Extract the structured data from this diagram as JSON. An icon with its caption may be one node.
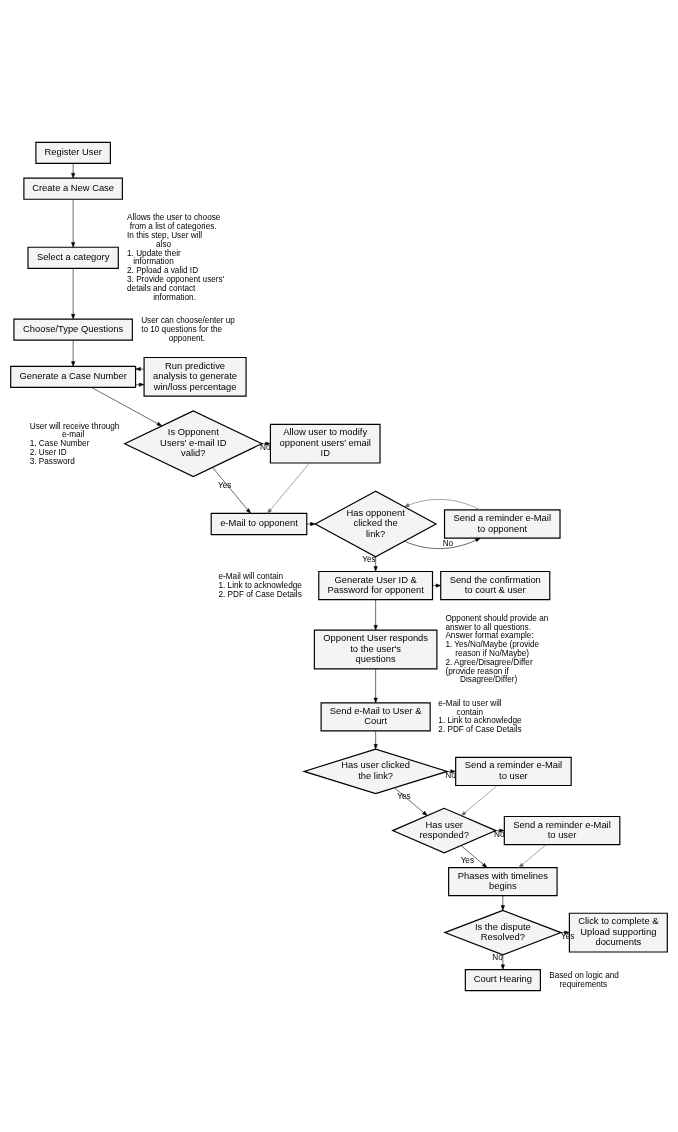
{
  "diagram": {
    "nodes": [
      {
        "text": [
          "Register User"
        ]
      },
      {
        "text": [
          "Create a New Case"
        ]
      },
      {
        "text": [
          "Select a category"
        ],
        "beside": [
          "Allows the user to choose from a list of categories.",
          "In this step, User will also",
          "1. Update their information",
          "2. Ppload a valid ID",
          "3. Provide opponent users' details and contact information."
        ]
      },
      {
        "text": [
          "Choose/Type Questions"
        ],
        "beside": [
          "User can choose/enter up to 10 questions for the opponent."
        ]
      },
      {
        "text": [
          "Generate a Case Number"
        ],
        "beside": [
          "User will receive through e-mail",
          "1. Case Number",
          "2. User ID",
          "3. Password"
        ]
      },
      {
        "text": [
          "Run predictive analysis to generate win/loss percentage"
        ]
      },
      {
        "text": [
          "Is Opponent Users' e-mail ID valid?"
        ]
      },
      {
        "text": [
          "Allow user to modify opponent users' email ID"
        ]
      },
      {
        "text": [
          "e-Mail to opponent"
        ],
        "beside": [
          "e-Mail will contain",
          "1. Link to acknowledge",
          "2. PDF of Case Details"
        ]
      },
      {
        "text": [
          "Has opponent clicked the link?"
        ]
      },
      {
        "text": [
          "Send a reminder e-Mail to opponent"
        ]
      },
      {
        "text": [
          "Send the confirmation to court & user"
        ]
      },
      {
        "text": [
          "Generate User ID & Password for opponent"
        ]
      },
      {
        "text": [
          "Opponent User responds to the user's questions"
        ],
        "beside": [
          "Opponent should provide an",
          "answer to all questions.",
          "Answer format example:",
          "1. Yes/No/Maybe (provide reason if No/Maybe)",
          "2. Agree/Disagree/Differ (provide reason if Disagree/Differ)"
        ]
      },
      {
        "text": [
          "Send e-Mail to User & Court"
        ],
        "beside": [
          "e-Mail to user will contain",
          "1. Link to acknowledge",
          "2. PDF of Case Details"
        ]
      },
      {
        "text": [
          "Has user clicked the link?"
        ]
      },
      {
        "text": [
          "Send a reminder e-Mail to user"
        ]
      },
      {
        "text": [
          "Has user responded?"
        ]
      },
      {
        "text": [
          "Send a reminder e-Mail to user"
        ]
      },
      {
        "text": [
          "Phases with timelines begins"
        ]
      },
      {
        "text": [
          "Is the dispute Resolved?"
        ]
      },
      {
        "text": [
          "Click to complete & Upload supporting documents"
        ]
      },
      {
        "text": [
          "Court Hearing"
        ],
        "beside": [
          "Based on logic and requirements"
        ]
      }
    ],
    "edges": [
      {
        "from": 0,
        "to": 1,
        "arrow": "to"
      },
      {
        "from": 1,
        "to": 2,
        "arrow": "to"
      },
      {
        "from": 2,
        "to": 3,
        "arrow": "to"
      },
      {
        "from": 3,
        "to": 4,
        "arrow": "to"
      },
      {
        "from": 4,
        "to": 5,
        "arrow": "to"
      },
      {
        "from": 5,
        "to": 4,
        "arrow": "to"
      },
      {
        "from": 4,
        "to": 6,
        "arrow": "to"
      },
      {
        "from": 6,
        "to": 7,
        "arrow": "to",
        "label": "No"
      },
      {
        "from": 7,
        "to": 8,
        "arrow": "to",
        "color": "#666666"
      },
      {
        "from": 6,
        "to": 8,
        "arrow": "to",
        "label": "Yes"
      },
      {
        "from": 8,
        "to": 9,
        "arrow": "to"
      },
      {
        "from": 9,
        "to": 10,
        "arrow": "to",
        "label": "No"
      },
      {
        "from": 10,
        "to": 9,
        "arrow": "to",
        "color": "#666666"
      },
      {
        "from": 9,
        "to": 12,
        "arrow": "to",
        "label": "Yes"
      },
      {
        "from": 12,
        "to": 11,
        "arrow": "to"
      },
      {
        "from": 12,
        "to": 13,
        "arrow": "to"
      },
      {
        "from": 13,
        "to": 14,
        "arrow": "to"
      },
      {
        "from": 14,
        "to": 15,
        "arrow": "to"
      },
      {
        "from": 15,
        "to": 16,
        "arrow": "to",
        "label": "No"
      },
      {
        "from": 16,
        "to": 17,
        "arrow": "to",
        "color": "#666666"
      },
      {
        "from": 15,
        "to": 17,
        "arrow": "to",
        "label": "Yes"
      },
      {
        "from": 17,
        "to": 18,
        "arrow": "to",
        "label": "No"
      },
      {
        "from": 18,
        "to": 19,
        "arrow": "to",
        "color": "#666666"
      },
      {
        "from": 17,
        "to": 19,
        "arrow": "to",
        "label": "Yes"
      },
      {
        "from": 19,
        "to": 20,
        "arrow": "to"
      },
      {
        "from": 20,
        "to": 21,
        "arrow": "to",
        "label": "Yes"
      },
      {
        "from": 20,
        "to": 22,
        "arrow": "to",
        "label": "No"
      }
    ]
  }
}
